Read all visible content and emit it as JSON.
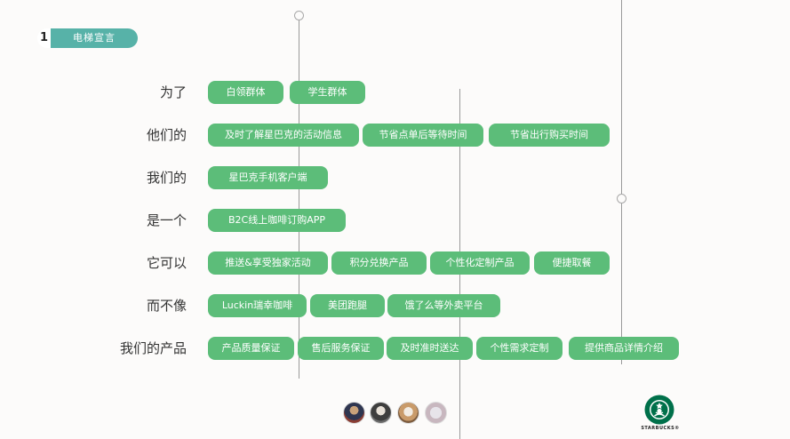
{
  "section": {
    "number": "1",
    "title": "电梯宣言"
  },
  "rows": [
    {
      "label": "为了",
      "tags": [
        "白领群体",
        "学生群体"
      ]
    },
    {
      "label": "他们的",
      "tags": [
        "及时了解星巴克的活动信息",
        "节省点单后等待时间",
        "节省出行购买时间"
      ]
    },
    {
      "label": "我们的",
      "tags": [
        "星巴克手机客户端"
      ]
    },
    {
      "label": "是一个",
      "tags": [
        "B2C线上咖啡订购APP"
      ]
    },
    {
      "label": "它可以",
      "tags": [
        "推送&享受独家活动",
        "积分兑换产品",
        "个性化定制产品",
        "便捷取餐"
      ]
    },
    {
      "label": "而不像",
      "tags": [
        "Luckin瑞幸咖啡",
        "美团跑腿",
        "饿了么等外卖平台"
      ]
    },
    {
      "label": "我们的产品",
      "tags": [
        "产品质量保证",
        "售后服务保证",
        "及时准时送达",
        "个性需求定制",
        "提供商品详情介绍"
      ]
    }
  ],
  "brand": {
    "name": "STARBUCKS",
    "trademark": "®"
  },
  "colors": {
    "tag": "#5cbd79",
    "badge": "#57b2a8",
    "text": "#333333"
  }
}
